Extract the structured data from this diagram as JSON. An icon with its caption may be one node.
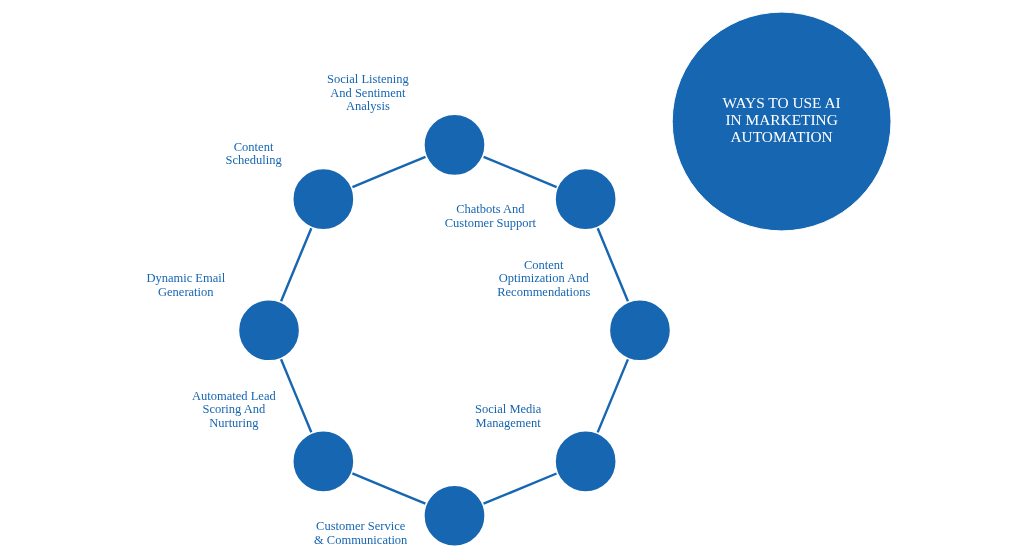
{
  "diagram": {
    "nodes": [
      {
        "text": [
          "WAYS TO USE AI IN MARKETING AUTOMATION"
        ]
      },
      {
        "text": [],
        "shape": "circle",
        "beside": [
          "Social Media Management"
        ]
      },
      {
        "text": [],
        "shape": "circle",
        "beside": [
          "Customer Service & Communication"
        ]
      },
      {
        "text": [],
        "shape": "circle",
        "beside": [
          "Automated Lead Scoring And Nurturing"
        ]
      },
      {
        "text": [],
        "shape": "circle",
        "beside": [
          "Dynamic Email Generation"
        ]
      },
      {
        "text": [],
        "shape": "circle",
        "beside": [
          "Content Scheduling"
        ]
      },
      {
        "text": [],
        "shape": "circle",
        "beside": [
          "Social Listening And Sentiment Analysis"
        ]
      },
      {
        "text": [],
        "shape": "circle",
        "beside": [
          "Chatbots And Customer Support"
        ]
      },
      {
        "text": [],
        "shape": "circle",
        "beside": [
          "Content Optimization And Recommendations"
        ]
      }
    ],
    "edges": [
      {
        "from": 1,
        "to": 2,
        "arrow": "none"
      },
      {
        "from": 2,
        "to": 3,
        "arrow": "none"
      },
      {
        "from": 3,
        "to": 4,
        "arrow": "none"
      },
      {
        "from": 4,
        "to": 5,
        "arrow": "none"
      },
      {
        "from": 5,
        "to": 6,
        "arrow": "none"
      },
      {
        "from": 6,
        "to": 7,
        "arrow": "none"
      },
      {
        "from": 7,
        "to": 8,
        "arrow": "none"
      },
      {
        "from": 8,
        "to": 1,
        "arrow": "none"
      }
    ]
  }
}
